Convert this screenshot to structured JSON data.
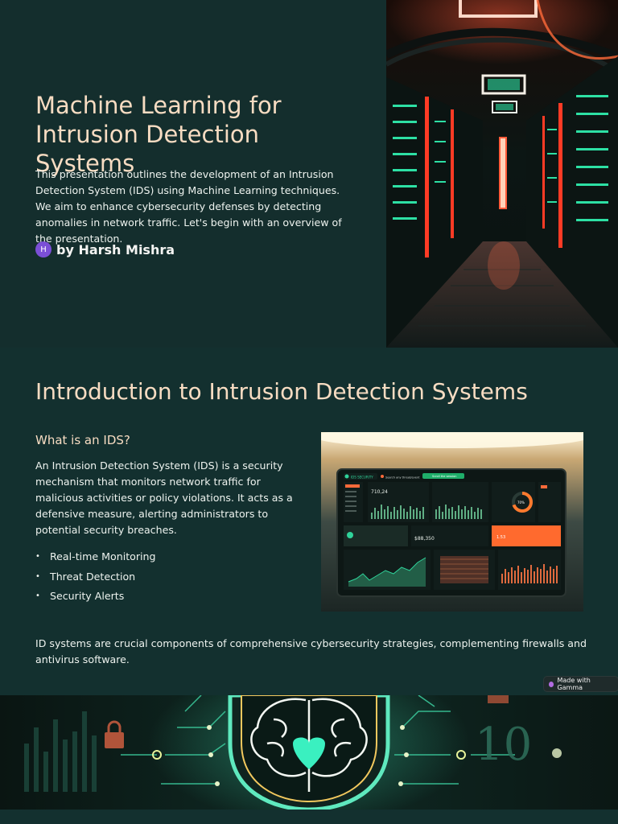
{
  "slide1": {
    "title": "Machine Learning for Intrusion Detection Systems",
    "intro": "This presentation outlines the development of an Intrusion Detection System (IDS) using Machine Learning techniques. We aim to enhance cybersecurity defenses by detecting anomalies in network traffic. Let's begin with an overview of the presentation.",
    "avatar_initial": "H",
    "author": "by Harsh Mishra"
  },
  "slide2": {
    "title": "Introduction to Intrusion Detection Systems",
    "subtitle": "What is an IDS?",
    "paragraph": "An Intrusion Detection System (IDS) is a security mechanism that monitors network traffic for malicious activities or policy violations. It acts as a defensive measure, alerting administrators to potential security breaches.",
    "bullets": [
      "Real-time Monitoring",
      "Threat Detection",
      "Security Alerts"
    ],
    "bullet_glyph": "•",
    "footer": "ID systems are crucial components of comprehensive cybersecurity strategies, complementing firewalls and antivirus software.",
    "badge": "Made with Gamma",
    "dashboard": {
      "brand": "IDS SECURITY",
      "search": "Search any threat/event",
      "top_button": "Scroll the session",
      "kpi_1": "710,24",
      "donut_value": "70%",
      "panel_value": "$88,350",
      "threat_value": "1.53"
    },
    "poster_number": "10"
  },
  "colors": {
    "background": "#13302f",
    "title": "#f7dcc2",
    "body": "#eef3ef",
    "avatar": "#7b4fd6",
    "accent_green": "#2fd39a",
    "accent_red": "#ff4a2e"
  }
}
